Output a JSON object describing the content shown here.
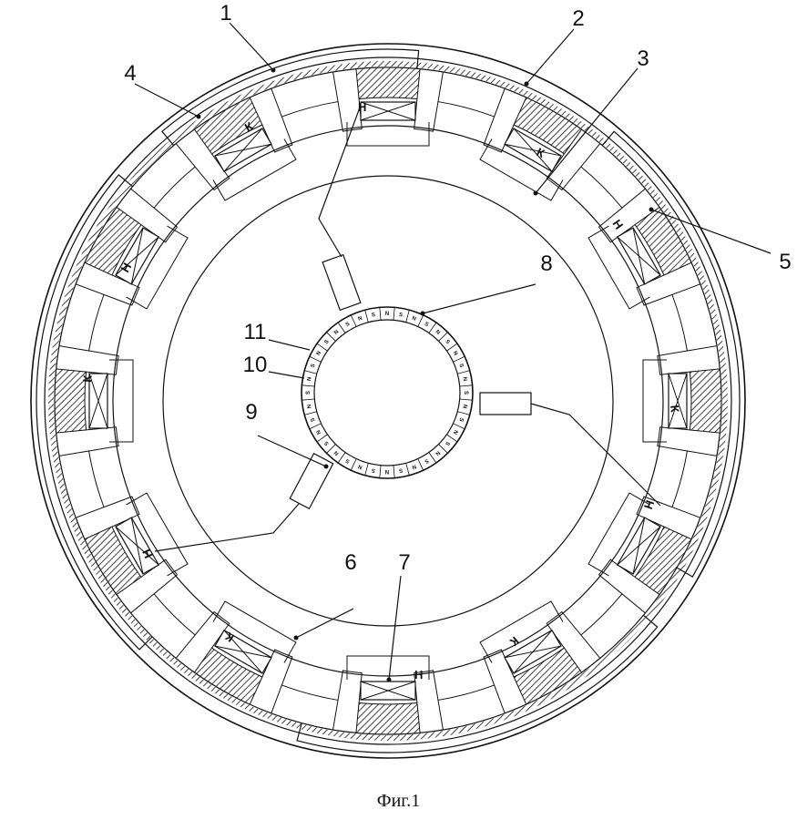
{
  "labels": {
    "callouts": [
      "1",
      "2",
      "3",
      "4",
      "5",
      "6",
      "7",
      "8",
      "9",
      "10",
      "11"
    ],
    "coil_n": "Н",
    "coil_k": "К",
    "magnet_n": "N",
    "magnet_s": "S"
  },
  "caption": "Фиг.1",
  "colors": {
    "line": "#111111",
    "hatch": "#111111",
    "background": "#ffffff"
  }
}
